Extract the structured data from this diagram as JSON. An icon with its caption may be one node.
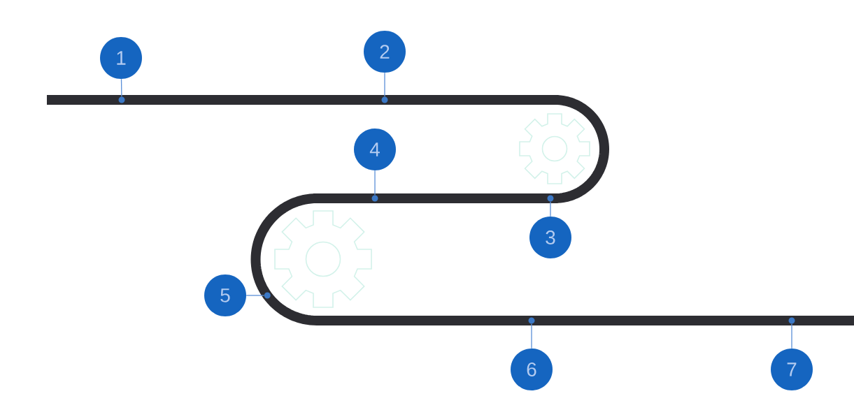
{
  "diagram": {
    "nodes": [
      {
        "text": [
          "1"
        ]
      },
      {
        "text": [
          "2"
        ]
      },
      {
        "text": [
          "3"
        ]
      },
      {
        "text": [
          "4"
        ]
      },
      {
        "text": [
          "5"
        ]
      },
      {
        "text": [
          "6"
        ]
      },
      {
        "text": [
          "7"
        ]
      },
      {
        "text": [],
        "shape": "circle"
      },
      {
        "text": [],
        "shape": "circle"
      },
      {
        "text": [],
        "shape": "circle"
      },
      {
        "text": [],
        "shape": "circle"
      },
      {
        "text": [],
        "shape": "circle"
      },
      {
        "text": [],
        "shape": "circle"
      },
      {
        "text": [],
        "shape": "circle"
      }
    ],
    "edges": [
      {
        "from": 0,
        "to": 7,
        "arrow": "none"
      },
      {
        "from": 1,
        "to": 8,
        "arrow": "none"
      },
      {
        "from": 2,
        "to": 9,
        "arrow": "none"
      },
      {
        "from": 3,
        "to": 10,
        "arrow": "none"
      },
      {
        "from": 4,
        "to": 11,
        "arrow": "none"
      },
      {
        "from": 5,
        "to": 12,
        "arrow": "none"
      },
      {
        "from": 6,
        "to": 13,
        "arrow": "none"
      }
    ]
  }
}
